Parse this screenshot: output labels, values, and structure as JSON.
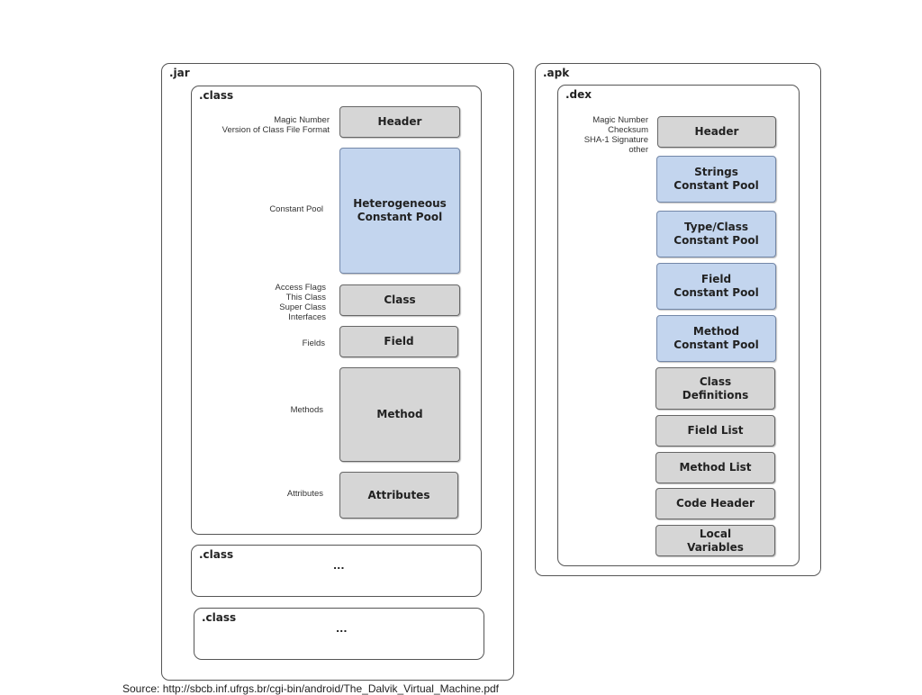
{
  "jar": {
    "title": ".jar",
    "class_main": {
      "title": ".class",
      "labels": {
        "header": "Magic Number\nVersion of Class File Format",
        "constant_pool": "Constant Pool",
        "class": "Access Flags\nThis Class\nSuper Class\nInterfaces",
        "fields": "Fields",
        "methods": "Methods",
        "attributes": "Attributes"
      },
      "boxes": {
        "header": "Header",
        "constant_pool": "Heterogeneous\nConstant Pool",
        "class": "Class",
        "field": "Field",
        "method": "Method",
        "attributes": "Attributes"
      }
    },
    "class_2": {
      "title": ".class",
      "ellipsis": "..."
    },
    "class_3": {
      "title": ".class",
      "ellipsis": "..."
    }
  },
  "apk": {
    "title": ".apk",
    "dex": {
      "title": ".dex",
      "header_label": "Magic Number\nChecksum\nSHA-1 Signature\nother",
      "boxes": {
        "header": "Header",
        "strings_pool": "Strings\nConstant Pool",
        "type_pool": "Type/Class\nConstant Pool",
        "field_pool": "Field\nConstant Pool",
        "method_pool": "Method\nConstant Pool",
        "class_defs": "Class\nDefinitions",
        "field_list": "Field List",
        "method_list": "Method List",
        "code_header": "Code Header",
        "local_vars": "Local\nVariables"
      }
    }
  },
  "footer": {
    "source": "Source: http://sbcb.inf.ufrgs.br/cgi-bin/android/The_Dalvik_Virtual_Machine.pdf"
  },
  "colors": {
    "gray_box": "#d6d6d6",
    "blue_box": "#c3d5ee",
    "border": "#555555"
  }
}
